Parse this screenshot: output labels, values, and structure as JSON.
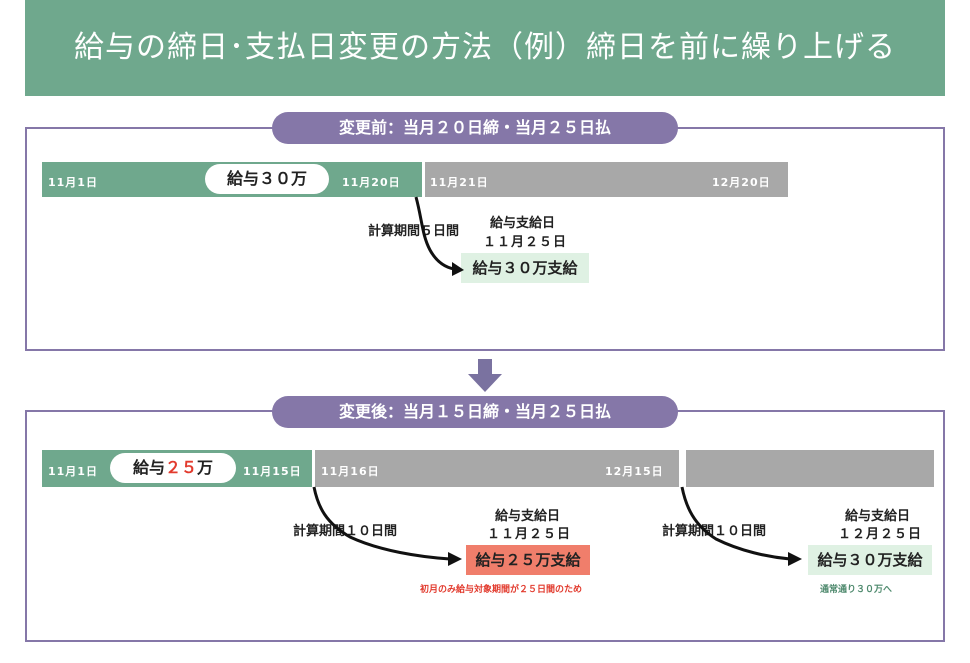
{
  "title": "給与の締日･支払日変更の方法（例）締日を前に繰り上げる",
  "colors": {
    "header_green": "#6fa88d",
    "purple": "#8577a8",
    "gray": "#a8a8a8",
    "light_green": "#dff1e3",
    "salmon": "#f07e6b",
    "red_text": "#e23b2e",
    "green_text": "#4f8a6e"
  },
  "before": {
    "label": "変更前：当月２０日締・当月２５日払",
    "start_date": "11月1日",
    "salary": "給与３０万",
    "end_date": "11月20日",
    "next_start": "11月21日",
    "next_end": "12月20日",
    "calc_period": "計算期間５日間",
    "pay_day_label": "給与支給日",
    "pay_day": "１１月２５日",
    "payment": "給与３０万支給"
  },
  "after": {
    "label": "変更後：当月１５日締・当月２５日払",
    "start_date": "11月1日",
    "salary_prefix": "給与",
    "salary_amount": "２５",
    "salary_suffix": "万",
    "end_date": "11月15日",
    "next_start": "11月16日",
    "next_end": "12月15日",
    "calc_period_1": "計算期間１０日間",
    "pay_day_label_1": "給与支給日",
    "pay_day_1": "１１月２５日",
    "payment_1": "給与２５万支給",
    "note_1": "初月のみ給与対象期間が２５日間のため",
    "calc_period_2": "計算期間１０日間",
    "pay_day_label_2": "給与支給日",
    "pay_day_2": "１２月２５日",
    "payment_2": "給与３０万支給",
    "note_2": "通常通り３０万へ"
  }
}
